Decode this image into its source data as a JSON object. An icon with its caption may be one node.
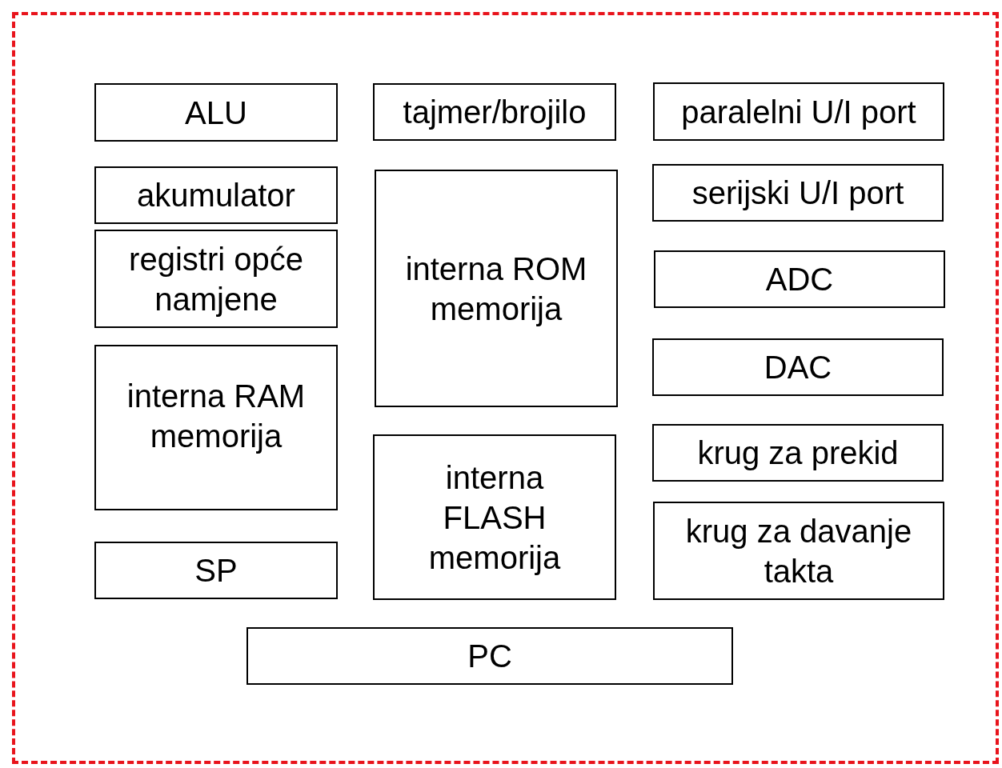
{
  "diagram": {
    "nodes": [
      {
        "text": [],
        "shape": "box"
      },
      {
        "text": [
          "ALU"
        ],
        "in": 0
      },
      {
        "text": [
          "akumulator"
        ],
        "in": 0
      },
      {
        "text": [
          "registri opće namjene"
        ],
        "in": 0
      },
      {
        "text": [
          "interna RAM memorija"
        ],
        "in": 0
      },
      {
        "text": [
          "SP"
        ],
        "in": 0
      },
      {
        "text": [
          "tajmer/brojilo"
        ],
        "in": 0
      },
      {
        "text": [
          "interna ROM memorija"
        ],
        "in": 0
      },
      {
        "text": [
          "interna FLASH memorija"
        ],
        "in": 0
      },
      {
        "text": [
          "paralelni U/I port"
        ],
        "in": 0
      },
      {
        "text": [
          "serijski U/I port"
        ],
        "in": 0
      },
      {
        "text": [
          "ADC"
        ],
        "in": 0
      },
      {
        "text": [
          "DAC"
        ],
        "in": 0
      },
      {
        "text": [
          "krug za prekid"
        ],
        "in": 0
      },
      {
        "text": [
          "krug za davanje takta"
        ],
        "in": 0
      },
      {
        "text": [
          "PC"
        ],
        "in": 0
      }
    ],
    "edges": []
  }
}
